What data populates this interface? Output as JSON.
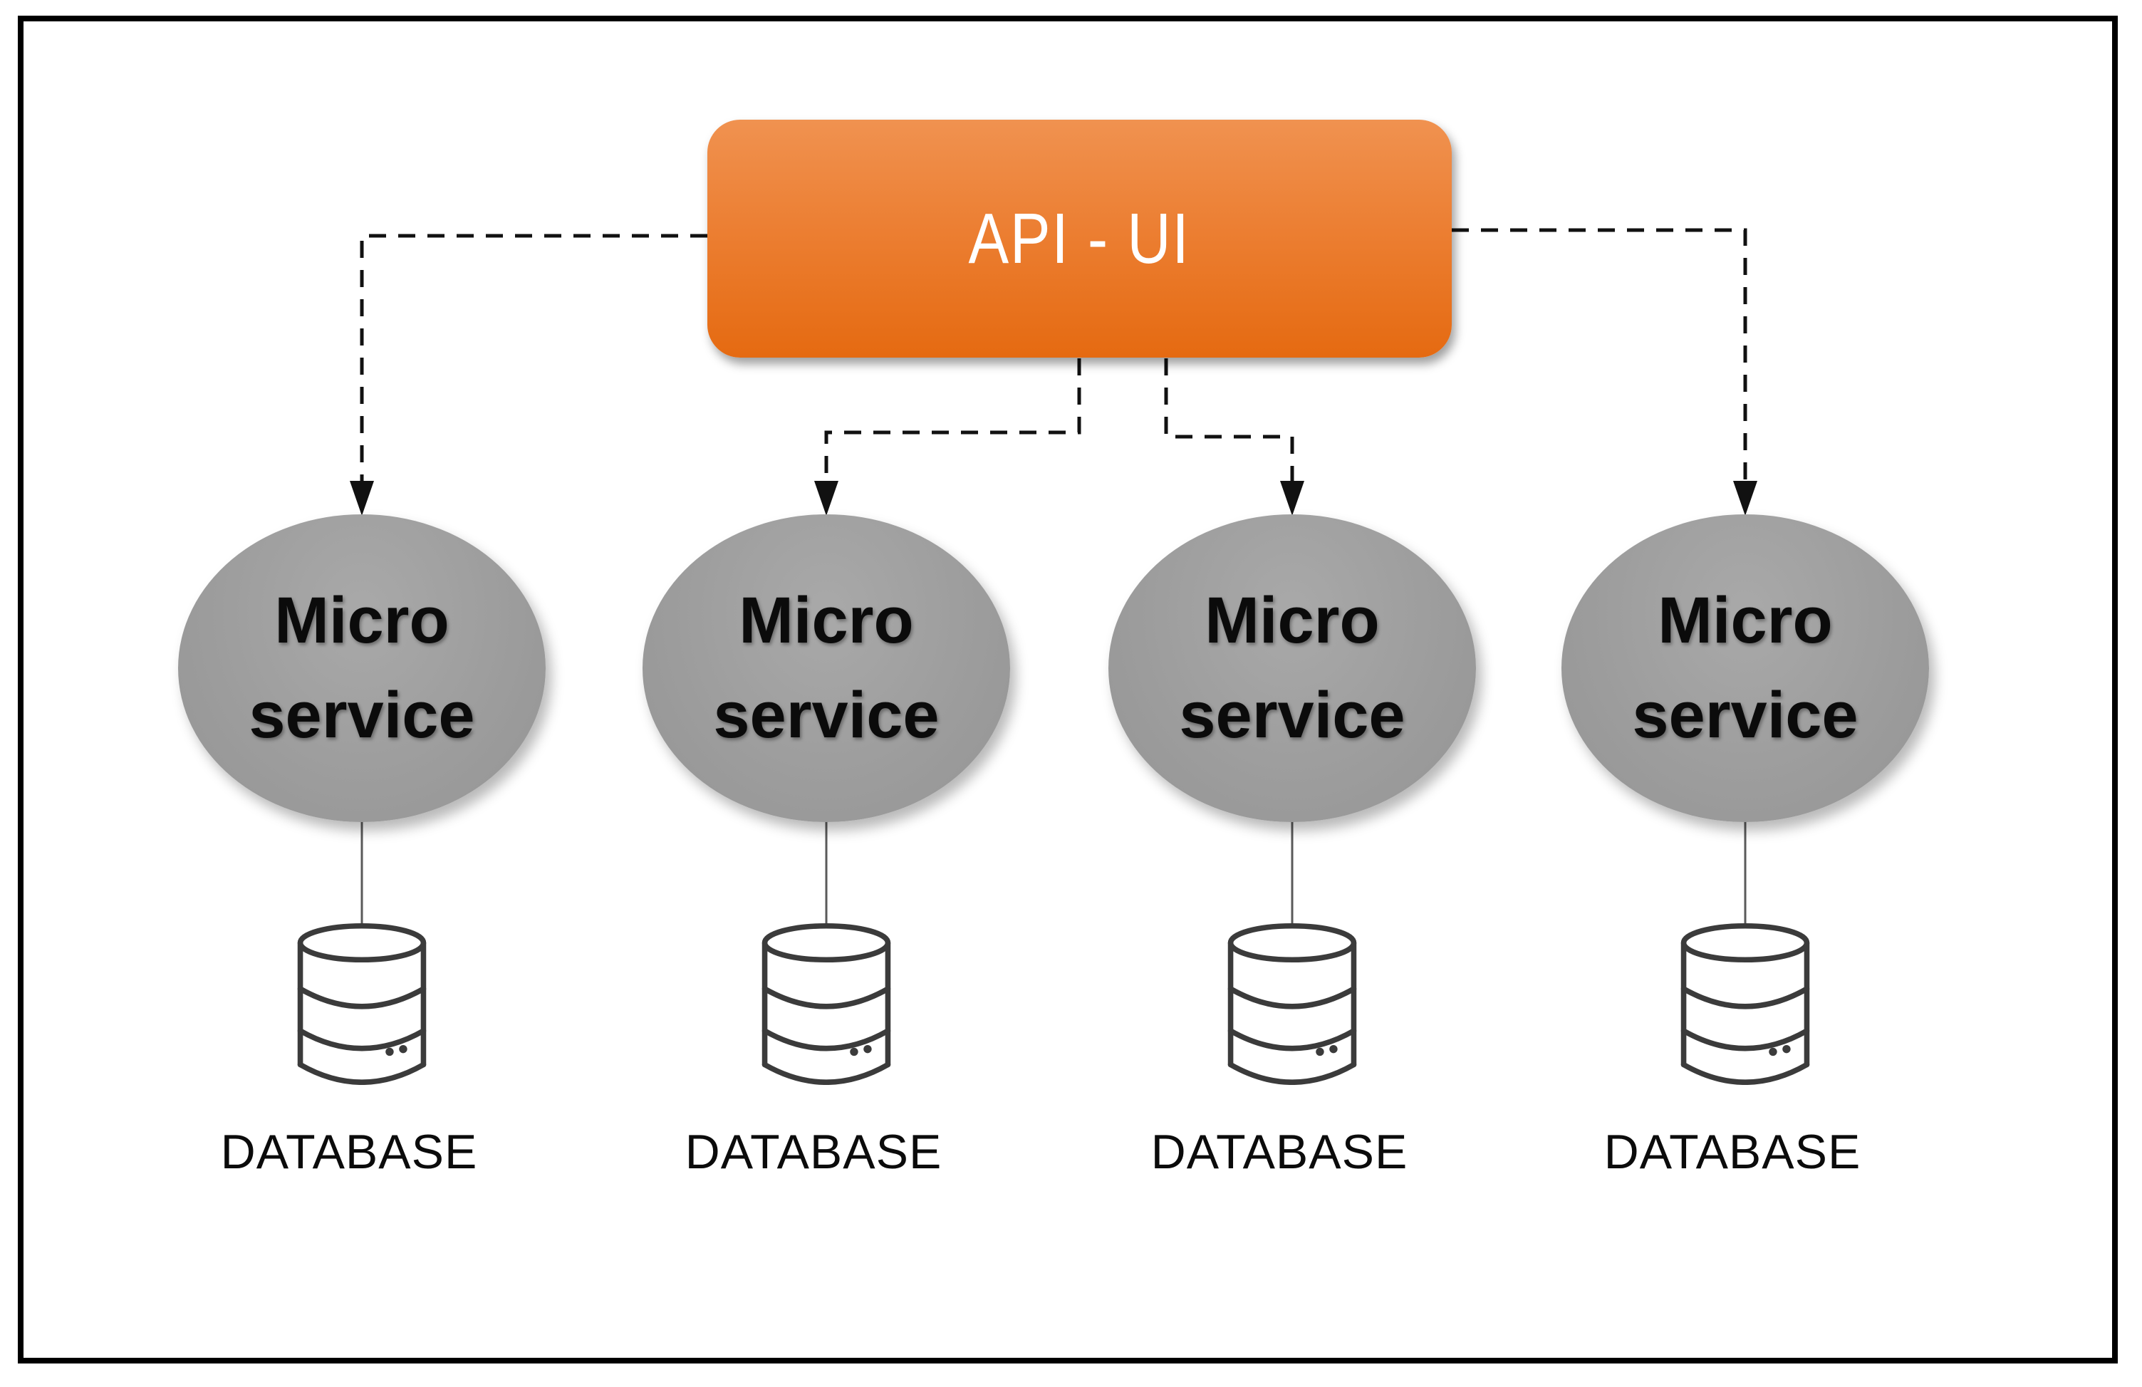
{
  "api_box": {
    "label": "API - UI"
  },
  "services": [
    {
      "name_line1": "Micro",
      "name_line2": "service",
      "database_label": "DATABASE"
    },
    {
      "name_line1": "Micro",
      "name_line2": "service",
      "database_label": "DATABASE"
    },
    {
      "name_line1": "Micro",
      "name_line2": "service",
      "database_label": "DATABASE"
    },
    {
      "name_line1": "Micro",
      "name_line2": "service",
      "database_label": "DATABASE"
    }
  ],
  "colors": {
    "api_orange_top": "#f09250",
    "api_orange_mid": "#ec7f33",
    "api_orange_bottom": "#e56a11",
    "ellipse_gray": "#9d9d9d",
    "connector": "#111111",
    "cylinder_stroke": "#3b3b3b",
    "frame": "#000000"
  }
}
